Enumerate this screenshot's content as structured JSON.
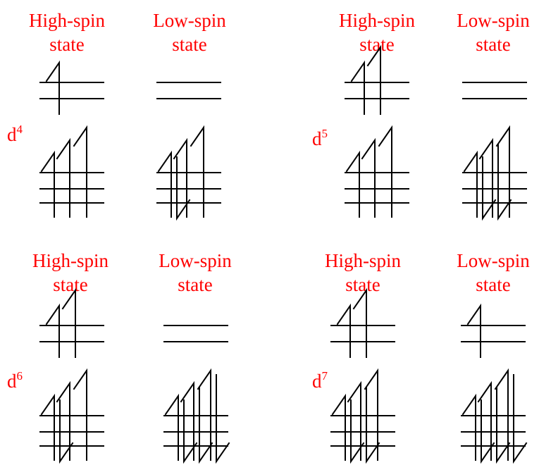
{
  "colors": {
    "label": "#ff0000",
    "lines": "#000000"
  },
  "panels": [
    {
      "config_base": "d",
      "config_sup": "4",
      "left": {
        "title1": "High-spin",
        "title2": "state",
        "upper_electrons": [
          "up"
        ],
        "lower_electrons": [
          "up",
          "up",
          "up"
        ]
      },
      "right": {
        "title1": "Low-spin",
        "title2": "state",
        "upper_electrons": [],
        "lower_electrons": [
          "pair",
          "up",
          "up"
        ]
      }
    },
    {
      "config_base": "d",
      "config_sup": "5",
      "left": {
        "title1": "High-spin",
        "title2": "state",
        "upper_electrons": [
          "up",
          "up"
        ],
        "lower_electrons": [
          "up",
          "up",
          "up"
        ]
      },
      "right": {
        "title1": "Low-spin",
        "title2": "state",
        "upper_electrons": [],
        "lower_electrons": [
          "pair",
          "pair",
          "up"
        ]
      }
    },
    {
      "config_base": "d",
      "config_sup": "6",
      "left": {
        "title1": "High-spin",
        "title2": "state",
        "upper_electrons": [
          "up",
          "up"
        ],
        "lower_electrons": [
          "pair",
          "up",
          "up"
        ]
      },
      "right": {
        "title1": "Low-spin",
        "title2": "state",
        "upper_electrons": [],
        "lower_electrons": [
          "pair",
          "pair",
          "pair"
        ]
      }
    },
    {
      "config_base": "d",
      "config_sup": "7",
      "left": {
        "title1": "High-spin",
        "title2": "state",
        "upper_electrons": [
          "up",
          "up"
        ],
        "lower_electrons": [
          "pair",
          "pair",
          "up"
        ]
      },
      "right": {
        "title1": "Low-spin",
        "title2": "state",
        "upper_electrons": [
          "up"
        ],
        "lower_electrons": [
          "pair",
          "pair",
          "pair"
        ]
      }
    }
  ]
}
